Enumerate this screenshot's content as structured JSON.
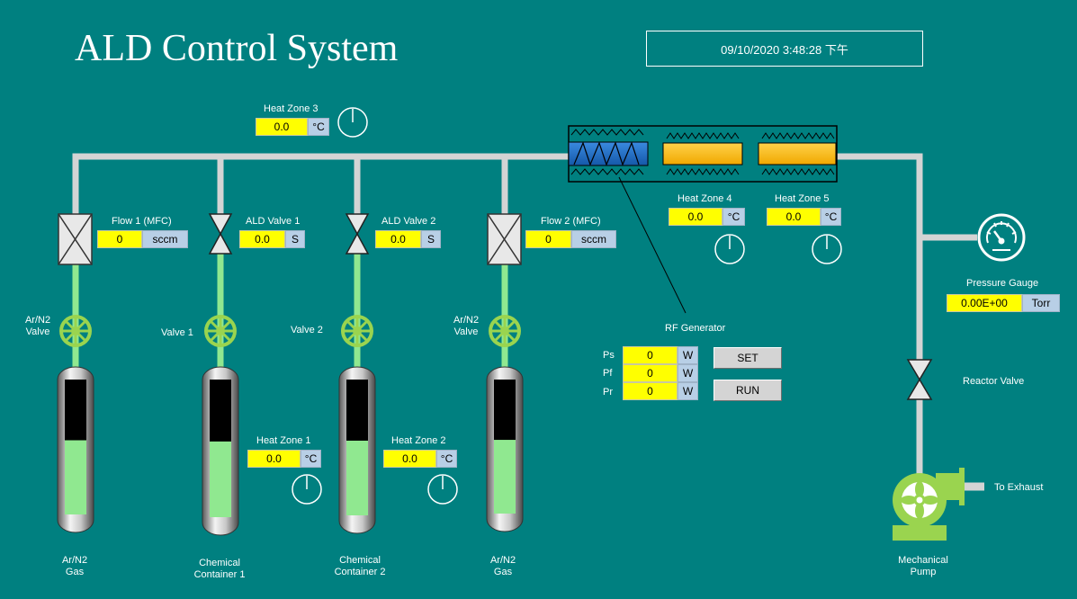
{
  "app": {
    "title": "ALD Control System",
    "datetime": "09/10/2020 3:48:28 下午"
  },
  "heat_zones": [
    {
      "label": "Heat Zone 3",
      "value": "0.0",
      "unit": "°C"
    },
    {
      "label": "Heat Zone 4",
      "value": "0.0",
      "unit": "°C"
    },
    {
      "label": "Heat Zone 5",
      "value": "0.0",
      "unit": "°C"
    },
    {
      "label": "Heat Zone 1",
      "value": "0.0",
      "unit": "°C"
    },
    {
      "label": "Heat Zone 2",
      "value": "0.0",
      "unit": "°C"
    }
  ],
  "flow_controls": [
    {
      "label": "Flow 1 (MFC)",
      "value": "0",
      "unit": "sccm"
    },
    {
      "label": "ALD Valve 1",
      "value": "0.0",
      "unit": "S"
    },
    {
      "label": "ALD Valve 2",
      "value": "0.0",
      "unit": "S"
    },
    {
      "label": "Flow 2 (MFC)",
      "value": "0",
      "unit": "sccm"
    }
  ],
  "manual_valves": [
    "Ar/N2\nValve",
    "Valve 1",
    "Valve 2",
    "Ar/N2\nValve"
  ],
  "vessels": [
    {
      "label": "Ar/N2\nGas",
      "fill": 0.55
    },
    {
      "label": "Chemical\nContainer 1",
      "fill": 0.55
    },
    {
      "label": "Chemical\nContainer 2",
      "fill": 0.55
    },
    {
      "label": "Ar/N2\nGas",
      "fill": 0.55
    }
  ],
  "pressure": {
    "label": "Pressure Gauge",
    "value": "0.00E+00",
    "unit": "Torr"
  },
  "rf": {
    "label": "RF Generator",
    "rows": [
      {
        "name": "Ps",
        "value": "0",
        "unit": "W"
      },
      {
        "name": "Pf",
        "value": "0",
        "unit": "W"
      },
      {
        "name": "Pr",
        "value": "0",
        "unit": "W"
      }
    ],
    "set_label": "SET",
    "run_label": "RUN"
  },
  "reactor_valve": {
    "label": "Reactor Valve"
  },
  "pump": {
    "label": "Mechanical\nPump",
    "exhaust_label": "To Exhaust"
  },
  "colors": {
    "background": "#008080",
    "pipe": "#d4d4d4",
    "gas_line": "#90e890",
    "field_value": "#ffff00",
    "field_unit": "#b8cfe6",
    "heater": "#ffc000",
    "rf_coil": "#1e6fc4",
    "pump": "#9ad44f"
  }
}
